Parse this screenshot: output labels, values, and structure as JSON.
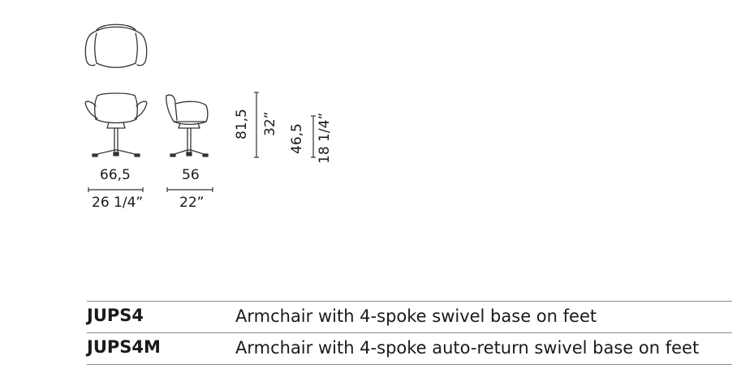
{
  "dimensions": {
    "front_width_cm": "66,5",
    "front_width_in": "26 1/4”",
    "side_depth_cm": "56",
    "side_depth_in": "22”",
    "height_cm": "81,5",
    "height_in": "32”",
    "seat_height_cm": "46,5",
    "seat_height_in": "18 1/4”"
  },
  "products": [
    {
      "code": "JUPS4",
      "description": "Armchair with 4-spoke swivel base on feet"
    },
    {
      "code": "JUPS4M",
      "description": "Armchair with 4-spoke auto-return swivel base on feet"
    }
  ],
  "colors": {
    "line": "#333333",
    "rule": "#8a8a8a"
  }
}
